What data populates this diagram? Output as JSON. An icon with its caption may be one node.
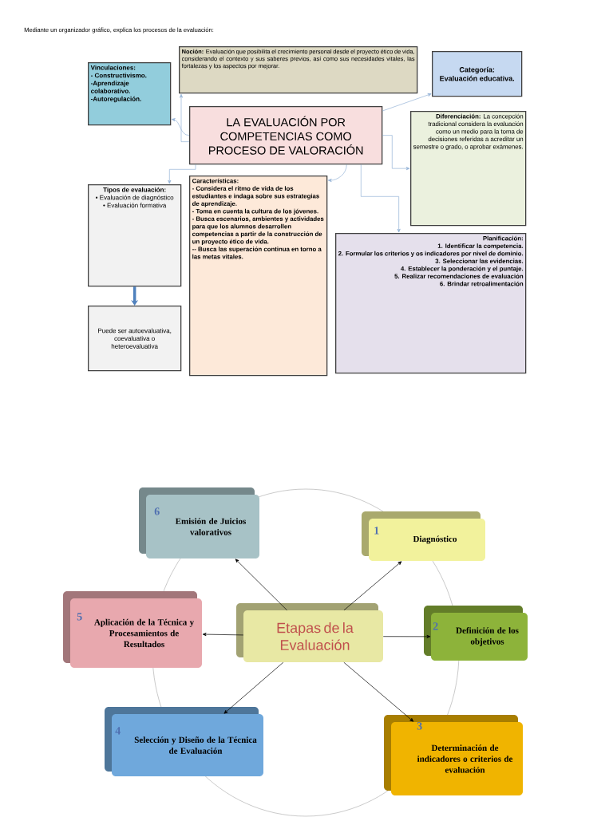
{
  "diagram": {
    "title": "Mediante un organizador gráfico, explica los procesos de la evaluación:",
    "nodes": [
      {
        "text": [
          "LA EVALUACIÓN POR COMPETENCIAS COMO PROCESO DE VALORACIÓN"
        ]
      },
      {
        "text": [
          "Vinculaciones:",
          "- Constructivismo.",
          "-Aprendizaje colaborativo.",
          "-Autoregulación."
        ]
      },
      {
        "text": [
          "**Noción:** Evaluación que posibilita el crecimiento personal desde el proyecto ético de vida, considerando el contexto y sus saberes previos, así como sus necesidades vitales, las fortalezas y los aspectos por mejorar."
        ]
      },
      {
        "text": [
          "Categoría:",
          "Evaluación educativa."
        ]
      },
      {
        "text": [
          "**Diferenciación:** La concepción tradicional considera la evaluación como un medio para la toma de decisiones referidas a acreditar un semestre o grado, o aprobar exámenes."
        ]
      },
      {
        "text": [
          "Tipos de evaluación:",
          "• Evaluación de diagnóstico",
          "• Evaluación formativa"
        ]
      },
      {
        "text": [
          "Características:",
          "- Considera el ritmo de vida de los estudiantes e indaga sobre sus estrategias de aprendizaje.",
          "- Toma en cuenta la cultura de los jóvenes.",
          "- Busca escenarios, ambientes y actividades para que los alumnos desarrollen competencias a partir de la construcción de un proyecto ético de vida.",
          "-- Busca las superación continua en torno a las metas vitales."
        ]
      },
      {
        "text": [
          "Puede ser autoevaluativa, coevaluativa o heteroevaluativa"
        ]
      },
      {
        "text": [
          "Planificación:",
          "1. Identificar la competencia.",
          "2. Formular los criterios y os indicadores por nivel de dominio.",
          "3. Seleccionar las evidencias.",
          "4. Establecer la ponderación y el puntaje.",
          "5. Realizar recomendaciones de evaluación",
          "6. Brindar retroalimentación"
        ]
      },
      {
        "text": [
          "Etapas de la Evaluación"
        ]
      },
      {
        "text": [
          "6",
          "Emisión de Juicios valorativos"
        ]
      },
      {
        "text": [
          "1",
          "Diagnóstico"
        ]
      },
      {
        "text": [
          "5",
          "Aplicación de la Técnica y Procesamientos de Resultados"
        ]
      },
      {
        "text": [
          "2",
          "Definición de los objetivos"
        ]
      },
      {
        "text": [
          "4",
          "Selección y Diseño de la Técnica de Evaluación"
        ]
      },
      {
        "text": [
          "3",
          "Determinación de indicadores o criterios de evaluación"
        ]
      }
    ],
    "edges": [
      {
        "from": 0,
        "to": 1,
        "arrow": "to"
      },
      {
        "from": 0,
        "to": 2,
        "arrow": "to"
      },
      {
        "from": 0,
        "to": 3,
        "arrow": "to"
      },
      {
        "from": 0,
        "to": 4,
        "arrow": "to"
      },
      {
        "from": 0,
        "to": 5,
        "arrow": "to"
      },
      {
        "from": 0,
        "to": 6,
        "arrow": "to"
      },
      {
        "from": 0,
        "to": 8,
        "arrow": "to"
      },
      {
        "from": 5,
        "to": 7,
        "arrow": "to",
        "style": "thick",
        "color": "#4f81bd"
      },
      {
        "from": 9,
        "to": 10,
        "arrow": "to",
        "color": "#000000"
      },
      {
        "from": 9,
        "to": 11,
        "arrow": "to",
        "color": "#000000"
      },
      {
        "from": 9,
        "to": 12,
        "arrow": "to",
        "color": "#000000"
      },
      {
        "from": 9,
        "to": 13,
        "arrow": "to",
        "color": "#000000"
      },
      {
        "from": 9,
        "to": 14,
        "arrow": "to",
        "color": "#000000"
      },
      {
        "from": 9,
        "to": 15,
        "arrow": "to",
        "color": "#000000"
      }
    ]
  }
}
